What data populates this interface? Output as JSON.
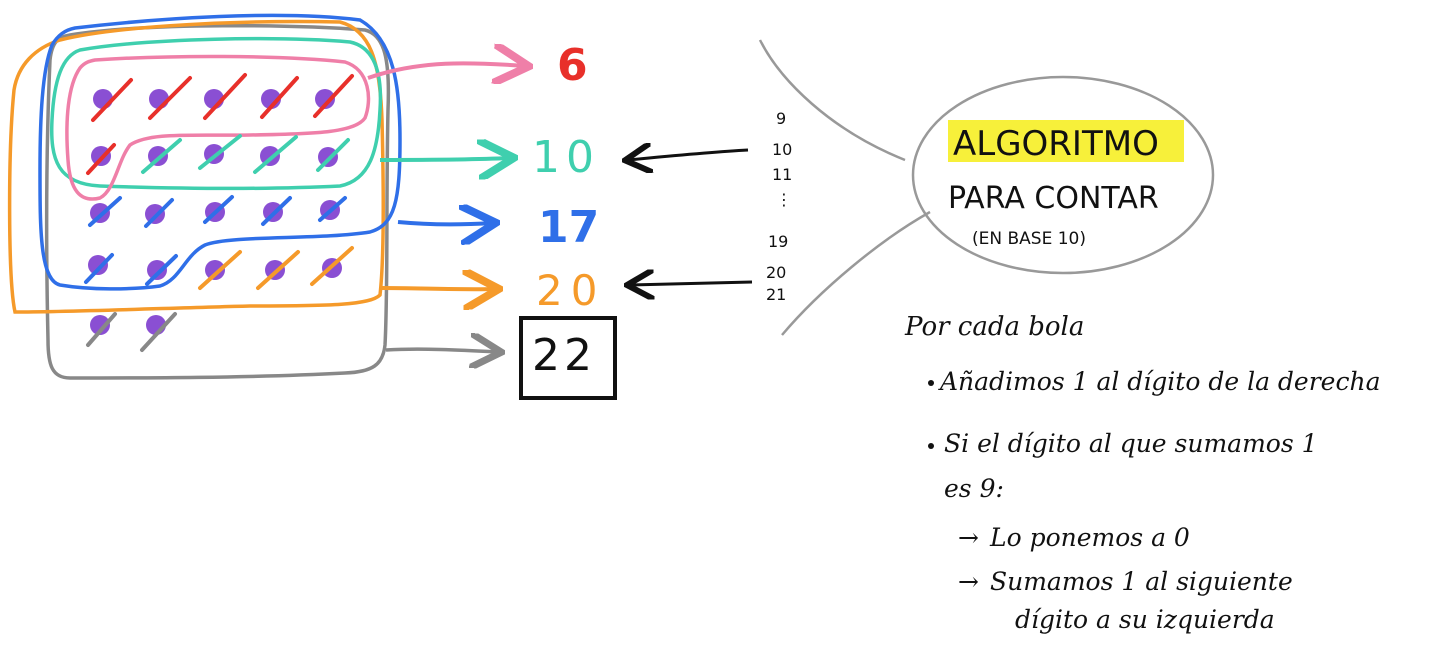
{
  "colors": {
    "ball": "#8a4fd3",
    "red": "#e8302a",
    "pink": "#ef7fa8",
    "teal": "#3fcfae",
    "blue": "#2f6fe8",
    "orange": "#f59a2a",
    "gray": "#888888",
    "ink": "#111111",
    "highlight": "#f7f03a"
  },
  "counts": {
    "six": "6",
    "ten": "10",
    "seventeen": "17",
    "twenty": "20",
    "twentytwo": "22"
  },
  "sequence": {
    "s9": "9",
    "s10": "10",
    "s11": "11",
    "dots": "⋮",
    "s19": "19",
    "s20": "20",
    "s21": "21"
  },
  "algorithm": {
    "title": "ALGORITMO",
    "line2": "PARA CONTAR",
    "line3": "(EN BASE 10)"
  },
  "rules": {
    "intro": "Por cada bola",
    "bullet1": "Añadimos 1 al dígito de la derecha",
    "bullet2_line1": "Si el dígito al que sumamos 1",
    "bullet2_line2": "es 9:",
    "sub1": "Lo ponemos a 0",
    "sub2_line1": "Sumamos 1 al siguiente",
    "sub2_line2": "dígito a su izquierda"
  },
  "balls": {
    "rows": [
      {
        "count": 5,
        "slash": "red"
      },
      {
        "count": 5,
        "slash": "teal"
      },
      {
        "count": 5,
        "slash": "blue"
      },
      {
        "count": 5,
        "slash": "orange"
      },
      {
        "count": 2,
        "slash": "gray"
      }
    ],
    "row2_first_slash": "red",
    "row4_blue_slashes": 2
  }
}
